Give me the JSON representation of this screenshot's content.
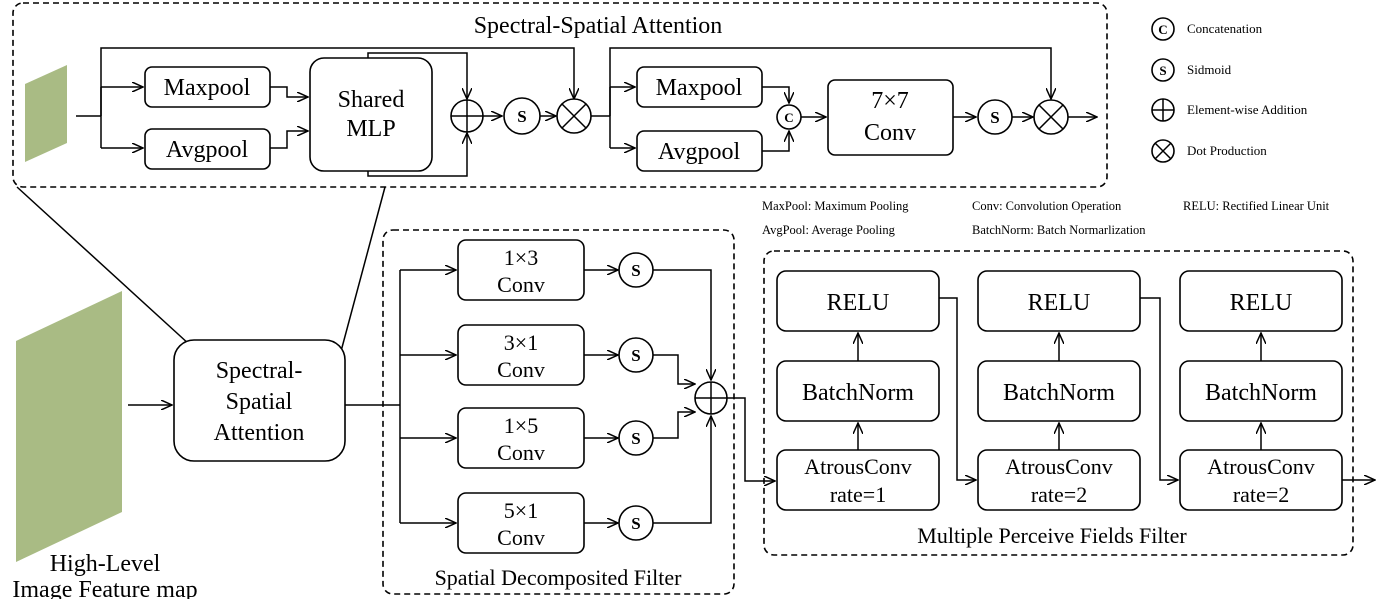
{
  "colors": {
    "feature_map": "#a9bb84",
    "stroke": "#000000"
  },
  "ssa": {
    "title": "Spectral-Spatial Attention",
    "maxpool": "Maxpool",
    "avgpool": "Avgpool",
    "mlp_line1": "Shared",
    "mlp_line2": "MLP",
    "conv_line1": "7×7",
    "conv_line2": "Conv"
  },
  "ops": {
    "sigmoid": "S",
    "concat": "C"
  },
  "legend": [
    {
      "icon": "concat-icon",
      "label": "Concatenation"
    },
    {
      "icon": "sigmoid-icon",
      "label": "Sidmoid"
    },
    {
      "icon": "element-wise-addition-icon",
      "label": "Element-wise Addition"
    },
    {
      "icon": "dot-production-icon",
      "label": "Dot Production"
    }
  ],
  "abbrev": {
    "maxpool": "MaxPool: Maximum Pooling",
    "conv": "Conv: Convolution Operation",
    "relu": "RELU: Rectified Linear Unit",
    "avgpool": "AvgPool: Average Pooling",
    "batchnorm": "BatchNorm: Batch Normarlization"
  },
  "input": {
    "line1": "High-Level",
    "line2": "Image Feature map"
  },
  "ssa_block": {
    "line1": "Spectral-",
    "line2": "Spatial",
    "line3": "Attention"
  },
  "sdf": {
    "title": "Spatial Decomposited Filter",
    "convs": [
      {
        "size": "1×3",
        "label": "Conv"
      },
      {
        "size": "3×1",
        "label": "Conv"
      },
      {
        "size": "1×5",
        "label": "Conv"
      },
      {
        "size": "5×1",
        "label": "Conv"
      }
    ]
  },
  "mpff": {
    "title": "Multiple Perceive Fields Filter",
    "stages": [
      {
        "relu": "RELU",
        "bn": "BatchNorm",
        "atrous": "AtrousConv",
        "rate": "rate=1"
      },
      {
        "relu": "RELU",
        "bn": "BatchNorm",
        "atrous": "AtrousConv",
        "rate": "rate=2"
      },
      {
        "relu": "RELU",
        "bn": "BatchNorm",
        "atrous": "AtrousConv",
        "rate": "rate=2"
      }
    ]
  }
}
